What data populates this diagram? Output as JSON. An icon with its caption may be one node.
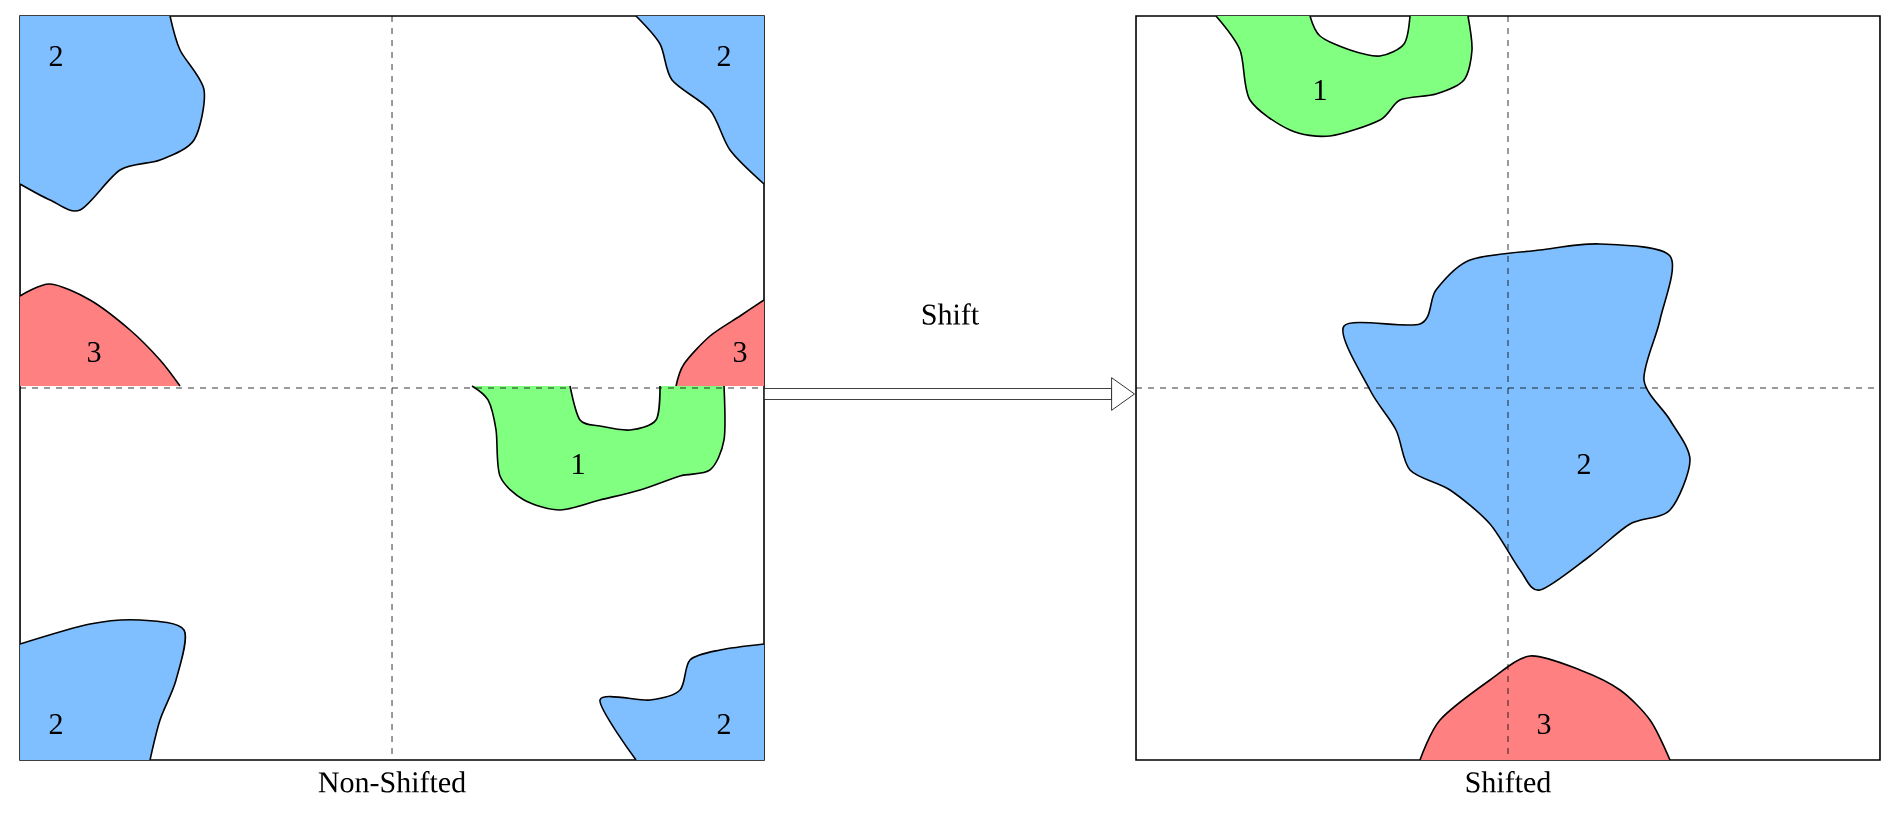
{
  "diagram": {
    "nodes": [
      {
        "text": [
          "Non-Shifted"
        ]
      },
      {
        "text": [
          "2"
        ],
        "in": 0
      },
      {
        "text": [
          "2"
        ],
        "in": 0
      },
      {
        "text": [
          "3"
        ],
        "in": 0
      },
      {
        "text": [
          "3"
        ],
        "in": 0
      },
      {
        "text": [
          "1"
        ],
        "in": 0
      },
      {
        "text": [
          "2"
        ],
        "in": 0
      },
      {
        "text": [
          "2"
        ],
        "in": 0
      },
      {
        "text": [
          "Shifted"
        ]
      },
      {
        "text": [
          "1"
        ],
        "in": 8
      },
      {
        "text": [
          "2"
        ],
        "in": 8
      },
      {
        "text": [
          "3"
        ],
        "in": 8
      }
    ],
    "edges": [
      {
        "from": 0,
        "to": 8,
        "arrow": "to",
        "label": "Shift"
      }
    ]
  }
}
